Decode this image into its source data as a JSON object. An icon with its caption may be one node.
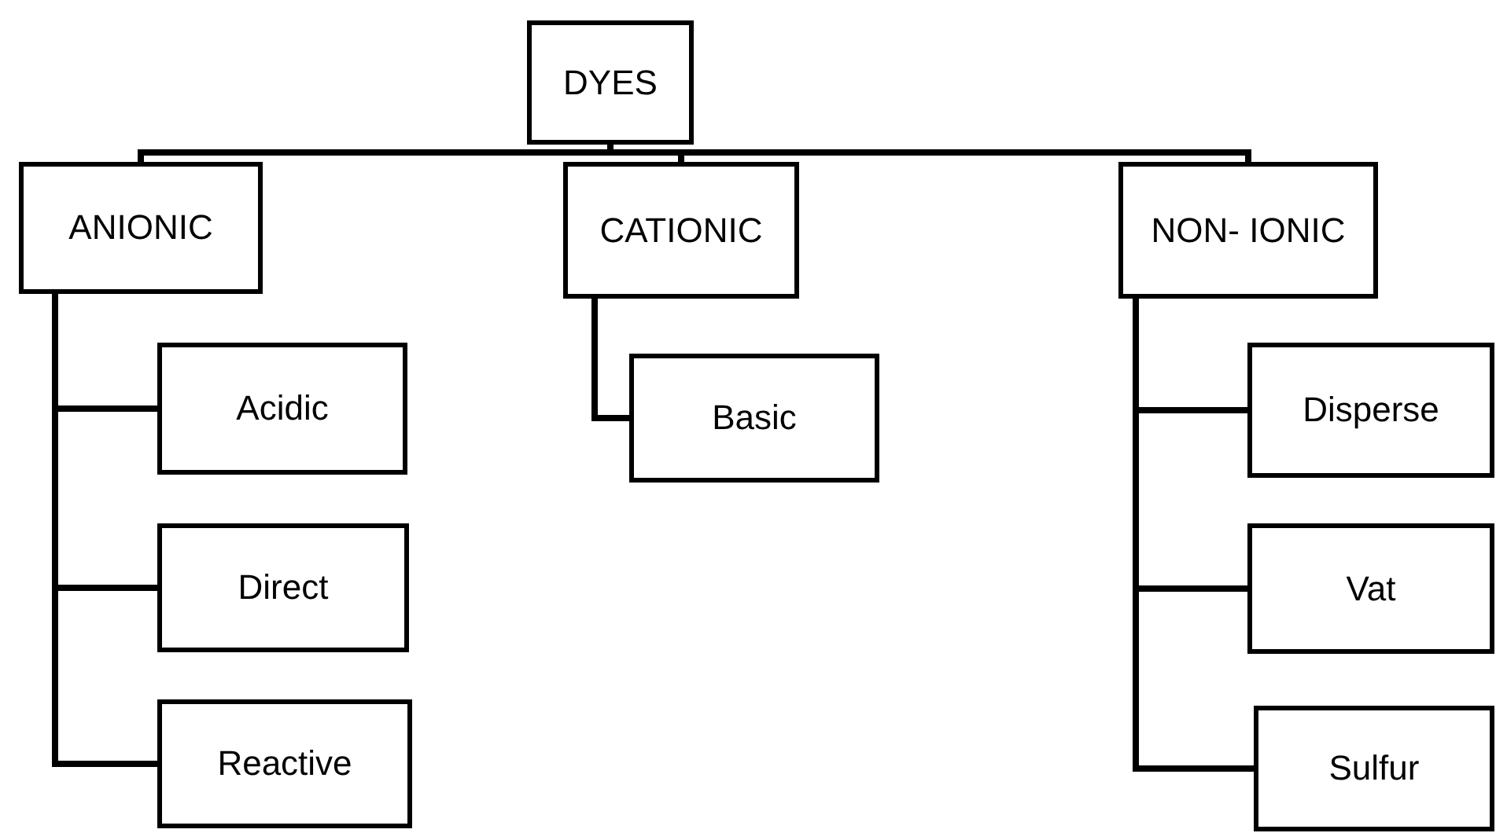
{
  "diagram": {
    "nodes": [
      {
        "text": [
          "DYES"
        ]
      },
      {
        "text": [
          "ANIONIC"
        ]
      },
      {
        "text": [
          "CATIONIC"
        ]
      },
      {
        "text": [
          "NON- IONIC"
        ]
      },
      {
        "text": [
          "Acidic"
        ]
      },
      {
        "text": [
          "Direct"
        ]
      },
      {
        "text": [
          "Reactive"
        ]
      },
      {
        "text": [
          "Basic"
        ]
      },
      {
        "text": [
          "Disperse"
        ]
      },
      {
        "text": [
          "Vat"
        ]
      },
      {
        "text": [
          "Sulfur"
        ]
      }
    ],
    "edges": [
      {
        "from": 0,
        "to": 1,
        "arrow": "none"
      },
      {
        "from": 0,
        "to": 2,
        "arrow": "none"
      },
      {
        "from": 0,
        "to": 3,
        "arrow": "none"
      },
      {
        "from": 1,
        "to": 4,
        "arrow": "none"
      },
      {
        "from": 1,
        "to": 5,
        "arrow": "none"
      },
      {
        "from": 1,
        "to": 6,
        "arrow": "none"
      },
      {
        "from": 2,
        "to": 7,
        "arrow": "none"
      },
      {
        "from": 3,
        "to": 8,
        "arrow": "none"
      },
      {
        "from": 3,
        "to": 9,
        "arrow": "none"
      },
      {
        "from": 3,
        "to": 10,
        "arrow": "none"
      }
    ]
  }
}
